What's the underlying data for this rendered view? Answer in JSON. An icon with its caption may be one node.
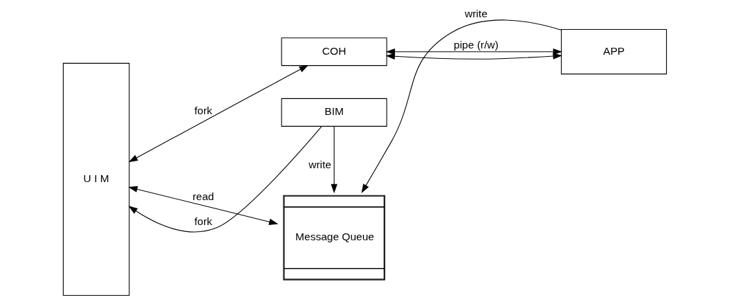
{
  "diagram": {
    "nodes": [
      {
        "text": [
          "U I M"
        ]
      },
      {
        "text": [
          "BIM"
        ]
      },
      {
        "text": [
          "Message Queue"
        ]
      },
      {
        "text": [
          "APP"
        ]
      },
      {
        "text": [
          "COH"
        ]
      }
    ],
    "edges": [
      {
        "from": 1,
        "to": 0,
        "arrow": "to",
        "label": "fork"
      },
      {
        "from": 1,
        "to": 2,
        "arrow": "to",
        "label": "write"
      },
      {
        "from": 0,
        "to": 2,
        "arrow": "both",
        "label": "read"
      },
      {
        "from": 3,
        "to": 2,
        "arrow": "to",
        "label": "write"
      },
      {
        "from": 0,
        "to": 4,
        "arrow": "both",
        "label": "fork"
      },
      {
        "from": 4,
        "to": 3,
        "arrow": "both"
      },
      {
        "from": 4,
        "to": 3,
        "arrow": "both",
        "label": "pipe (r/w)"
      }
    ]
  }
}
